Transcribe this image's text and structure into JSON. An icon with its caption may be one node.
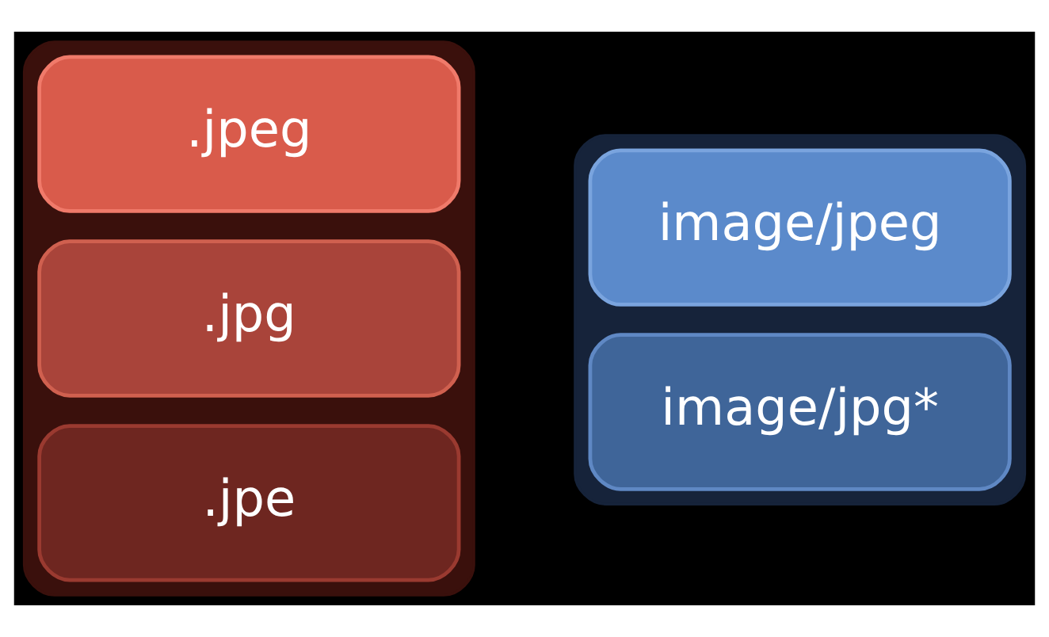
{
  "diagram": {
    "nodes": [
      {
        "text": [],
        "shape": "box"
      },
      {
        "text": [
          ".jpeg"
        ],
        "in": 0
      },
      {
        "text": [
          ".jpg"
        ],
        "in": 0
      },
      {
        "text": [
          ".jpe"
        ],
        "in": 0
      },
      {
        "text": [],
        "shape": "box"
      },
      {
        "text": [
          "image/jpeg"
        ],
        "in": 4
      },
      {
        "text": [
          "image/jpg*"
        ],
        "in": 4
      }
    ],
    "edges": []
  }
}
